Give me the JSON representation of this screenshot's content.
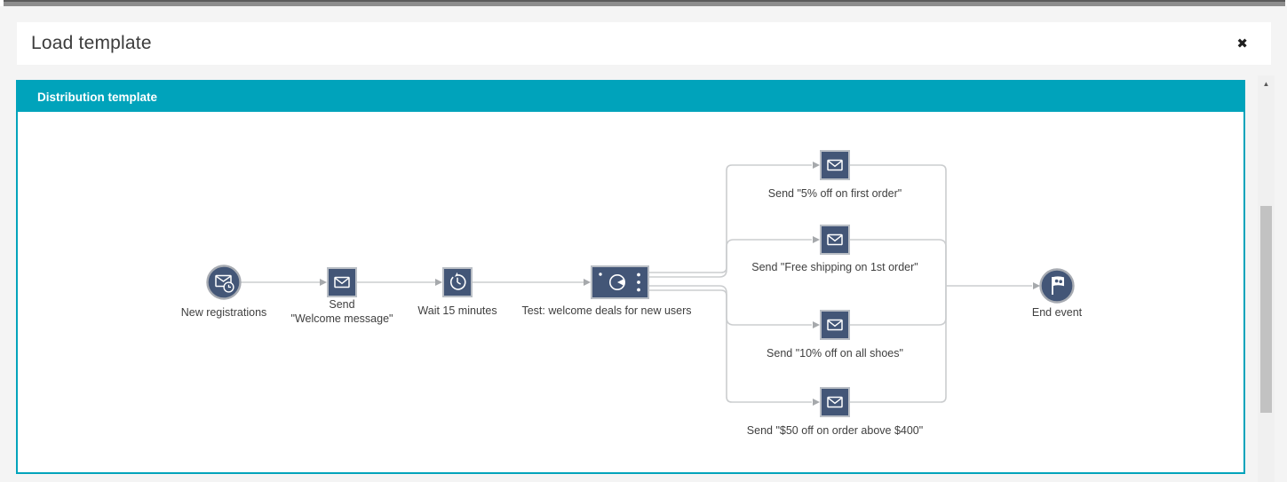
{
  "modal": {
    "title": "Load template",
    "close_icon": "✖"
  },
  "panel": {
    "title": "Distribution template",
    "accent_color": "#00a3bb"
  },
  "flow": {
    "nodes": [
      {
        "id": "start",
        "type": "event-circle",
        "icon": "envelope-clock-icon",
        "label": "New registrations"
      },
      {
        "id": "send-welcome",
        "type": "action-square",
        "icon": "envelope-icon",
        "label": "Send\n\"Welcome message\""
      },
      {
        "id": "wait",
        "type": "action-square",
        "icon": "wait-clock-icon",
        "label": "Wait 15 minutes"
      },
      {
        "id": "ab-test",
        "type": "test-rect",
        "icon": "ab-test-icon",
        "label": "Test: welcome deals for new users"
      },
      {
        "id": "send-branch-1",
        "type": "action-square",
        "icon": "envelope-icon",
        "label": "Send \"5% off on first order\""
      },
      {
        "id": "send-branch-2",
        "type": "action-square",
        "icon": "envelope-icon",
        "label": "Send \"Free shipping on 1st order\""
      },
      {
        "id": "send-branch-3",
        "type": "action-square",
        "icon": "envelope-icon",
        "label": "Send \"10% off on all shoes\""
      },
      {
        "id": "send-branch-4",
        "type": "action-square",
        "icon": "envelope-icon",
        "label": "Send \"$50 off on order above $400\""
      },
      {
        "id": "end",
        "type": "event-circle",
        "icon": "end-flag-icon",
        "label": "End event"
      }
    ]
  },
  "scrollbar": {
    "up_arrow": "▲"
  },
  "colors": {
    "accent_teal": "#00a3bb",
    "node_navy": "#435677",
    "node_border": "#b9bec5",
    "wire_gray": "#cbcdcf",
    "arrow_gray": "#a6a9ac",
    "top_bar_gray": "#8d8d8d"
  }
}
